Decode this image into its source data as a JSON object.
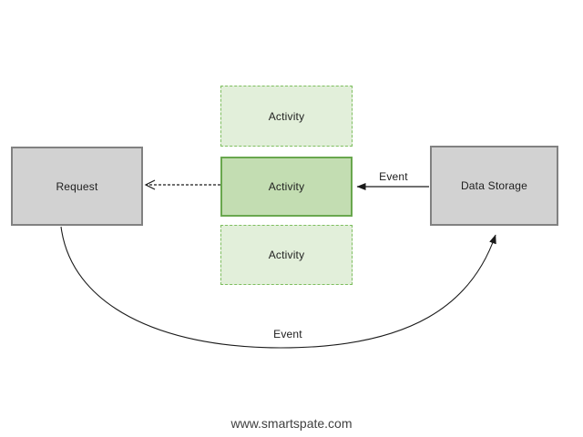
{
  "diagram": {
    "title": "request-activity-data-storage-flow",
    "nodes": {
      "request": {
        "label": "Request"
      },
      "activity_top": {
        "label": "Activity"
      },
      "activity_middle": {
        "label": "Activity"
      },
      "activity_bottom": {
        "label": "Activity"
      },
      "data_storage": {
        "label": "Data Storage"
      }
    },
    "edges": {
      "event_top": {
        "label": "Event",
        "from": "Data Storage",
        "to": "Activity (middle)",
        "style": "solid-arrow"
      },
      "activity_to_request": {
        "label": "",
        "from": "Activity (middle)",
        "to": "Request",
        "style": "dashed-arrow"
      },
      "event_bottom": {
        "label": "Event",
        "from": "Request",
        "to": "Data Storage",
        "style": "curved-arrow"
      }
    },
    "colors": {
      "node_gray_fill": "#d2d2d2",
      "node_gray_border": "#818181",
      "activity_light_fill": "#e2efda",
      "activity_light_border": "#7ebe5f",
      "activity_mid_fill": "#c3ddb2",
      "activity_mid_border": "#69a74e",
      "arrow_color": "#1a1a1a",
      "text_color": "#1f1f1f"
    }
  },
  "footer": {
    "url": "www.smartspate.com"
  }
}
